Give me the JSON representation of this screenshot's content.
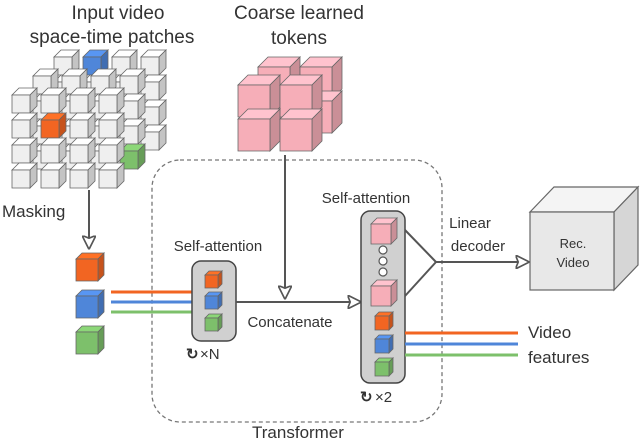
{
  "labels": {
    "input_line1": "Input video",
    "input_line2": "space-time patches",
    "coarse_line1": "Coarse learned",
    "coarse_line2": "tokens",
    "masking": "Masking",
    "self_attention_left": "Self-attention",
    "self_attention_right": "Self-attention",
    "repeat_n": "×N",
    "repeat_2": "×2",
    "concatenate": "Concatenate",
    "linear_line1": "Linear",
    "linear_line2": "decoder",
    "rec_line1": "Rec.",
    "rec_line2": "Video",
    "features_line1": "Video",
    "features_line2": "features",
    "transformer": "Transformer"
  },
  "colors": {
    "orange": "#F26522",
    "blue": "#4F86D9",
    "green": "#7DC06B",
    "pink": "#F6AEB8",
    "gray_box": "#D0D0D0",
    "arrow": "#555555"
  }
}
